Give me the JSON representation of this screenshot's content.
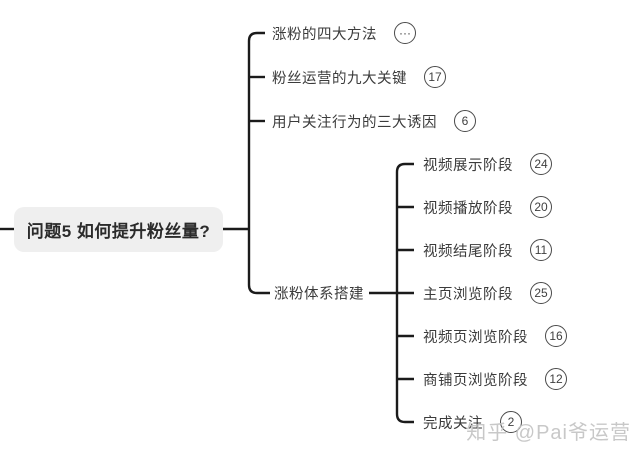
{
  "root": {
    "label": "问题5 如何提升粉丝量?"
  },
  "branches": [
    {
      "label": "涨粉的四大方法",
      "badge": "···"
    },
    {
      "label": "粉丝运营的九大关键",
      "badge": "17"
    },
    {
      "label": "用户关注行为的三大诱因",
      "badge": "6"
    },
    {
      "label": "涨粉体系搭建"
    }
  ],
  "subbranches": [
    {
      "label": "视频展示阶段",
      "badge": "24"
    },
    {
      "label": "视频播放阶段",
      "badge": "20"
    },
    {
      "label": "视频结尾阶段",
      "badge": "11"
    },
    {
      "label": "主页浏览阶段",
      "badge": "25"
    },
    {
      "label": "视频页浏览阶段",
      "badge": "16"
    },
    {
      "label": "商铺页浏览阶段",
      "badge": "12"
    },
    {
      "label": "完成关注",
      "badge": "2"
    }
  ],
  "watermark": "知乎 @Pai爷运营",
  "colors": {
    "line": "#1b1b1b",
    "root_background": "#efefef",
    "node_text": "#3b3b3b",
    "badge_border": "#4a4a4a",
    "watermark_text": "#c3c3c3",
    "background": "#ffffff"
  }
}
